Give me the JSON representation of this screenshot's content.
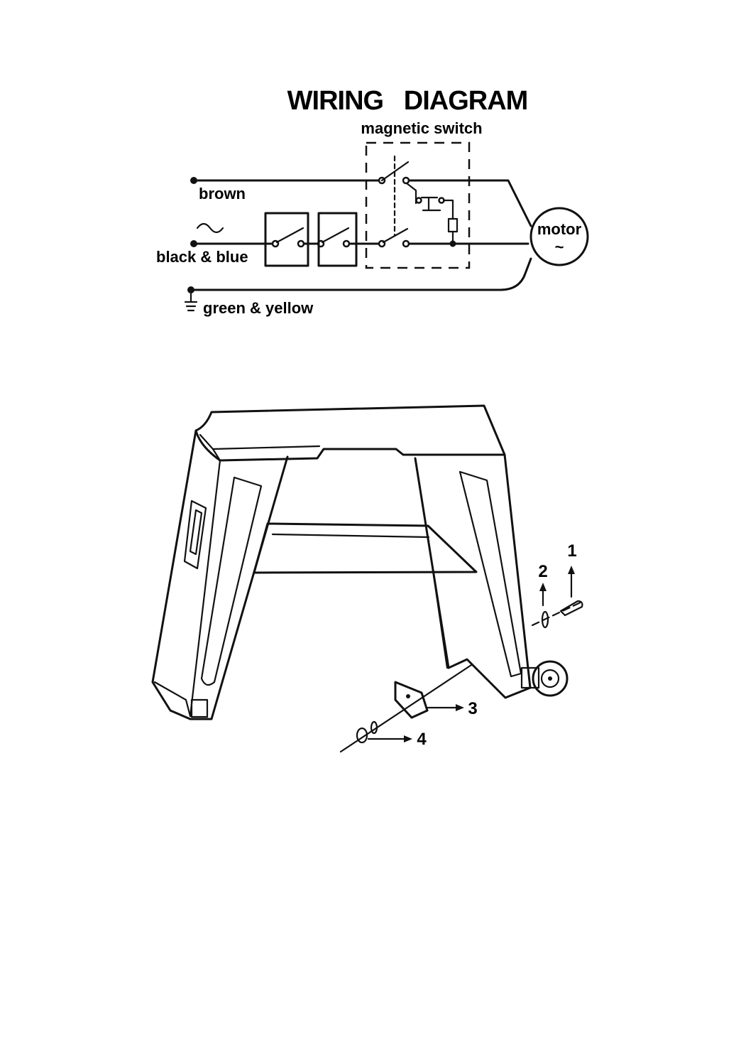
{
  "wiring_diagram": {
    "title": "WIRING   DIAGRAM",
    "labels": {
      "magnetic_switch": "magnetic switch",
      "brown": "brown",
      "black_blue": "black & blue",
      "green_yellow": "green & yellow",
      "motor": "motor",
      "ac_symbol": "~"
    }
  },
  "stand_drawing": {
    "callouts": [
      "1",
      "2",
      "3",
      "4"
    ]
  }
}
